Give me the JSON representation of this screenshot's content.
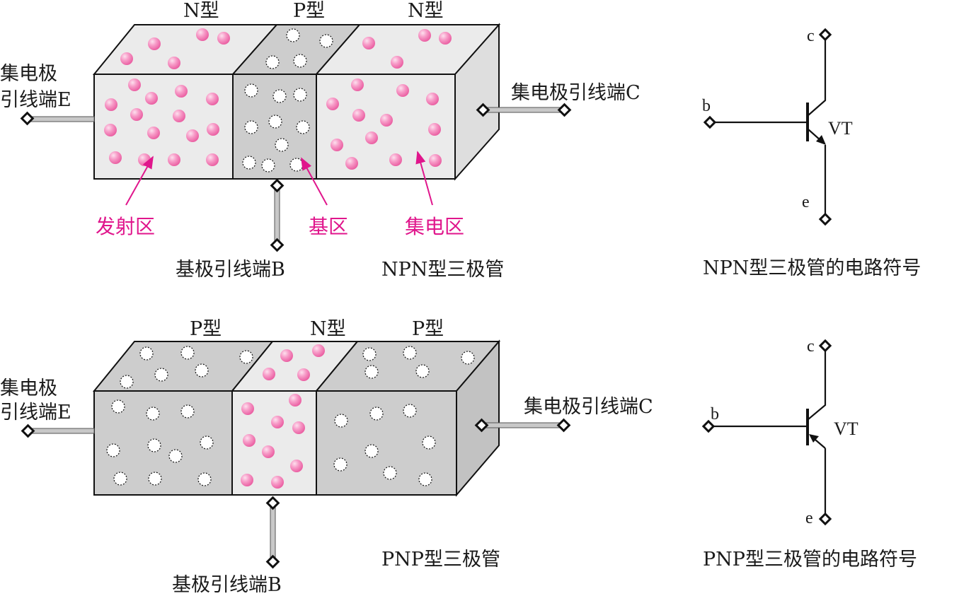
{
  "colors": {
    "n_region": "#ebebeb",
    "p_region": "#cdcdcd",
    "electron": "#f47fb6",
    "annotation": "#e0168c",
    "outline": "#111111"
  },
  "npn": {
    "region_labels": [
      "N型",
      "P型",
      "N型"
    ],
    "emitter_lead": [
      "集电极",
      "引线端E"
    ],
    "collector_lead": "集电极引线端C",
    "base_lead": "基极引线端B",
    "caption": "NPN型三极管",
    "annotations": {
      "emitter": "发射区",
      "base": "基区",
      "collector": "集电区"
    }
  },
  "npn_symbol": {
    "pin_c": "c",
    "pin_b": "b",
    "pin_e": "e",
    "designator": "VT",
    "caption": "NPN型三极管的电路符号"
  },
  "pnp": {
    "region_labels": [
      "P型",
      "N型",
      "P型"
    ],
    "emitter_lead": [
      "集电极",
      "引线端E"
    ],
    "collector_lead": "集电极引线端C",
    "base_lead": "基极引线端B",
    "caption": "PNP型三极管"
  },
  "pnp_symbol": {
    "pin_c": "c",
    "pin_b": "b",
    "pin_e": "e",
    "designator": "VT",
    "caption": "PNP型三极管的电路符号"
  }
}
